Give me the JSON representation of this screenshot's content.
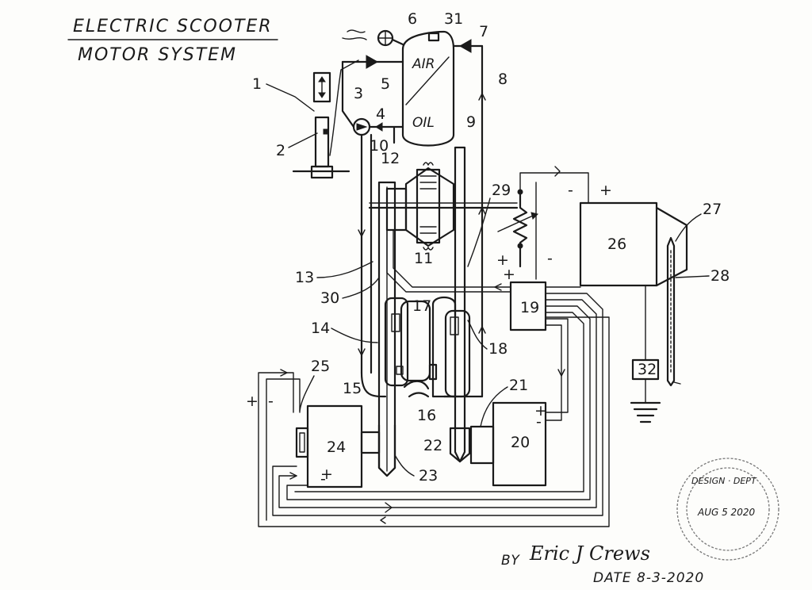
{
  "title": {
    "line1": "ELECTRIC SCOOTER",
    "line2": "MOTOR SYSTEM"
  },
  "tank": {
    "top_label": "AIR",
    "bottom_label": "OIL"
  },
  "part_labels": {
    "p1": "1",
    "p2": "2",
    "p3": "3",
    "p4": "4",
    "p5": "5",
    "p6": "6",
    "p7": "7",
    "p8": "8",
    "p9": "9",
    "p10": "10",
    "p11": "11",
    "p12": "12",
    "p13": "13",
    "p14": "14",
    "p15": "15",
    "p16": "16",
    "p17": "17",
    "p18": "18",
    "p19": "19",
    "p20": "20",
    "p21": "21",
    "p22": "22",
    "p23": "23",
    "p24": "24",
    "p25": "25",
    "p26": "26",
    "p27": "27",
    "p28": "28",
    "p29": "29",
    "p30": "30",
    "p31": "31",
    "p32": "32"
  },
  "signs": {
    "plus": "+",
    "minus": "-"
  },
  "signature": {
    "by": "BY",
    "name": "Eric J Crews",
    "date": "DATE 8-3-2020"
  },
  "stamp": {
    "text": "DESIGN · DEPT",
    "date": "AUG 5 2020"
  }
}
